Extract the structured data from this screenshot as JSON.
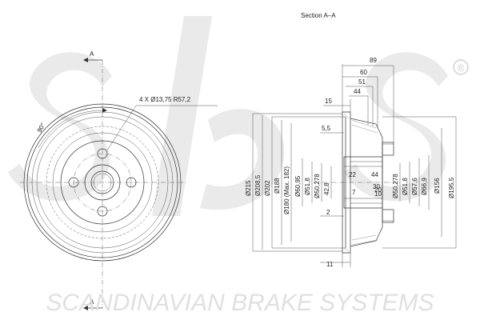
{
  "section_title": "Section A–A",
  "section_marks": {
    "top": "A",
    "bottom": "A"
  },
  "angle_label": "90°",
  "holes_label": "4 X Ø13,75  R57,2",
  "registered_mark": "®",
  "footer_text": "SCANDINAVIAN BRAKE SYSTEMS",
  "dimensions_horizontal": [
    "89",
    "60",
    "51",
    "44",
    "15",
    "5,5",
    "2",
    "11"
  ],
  "dimensions_vertical_left": [
    "Ø215",
    "Ø208,5",
    "Ø202",
    "Ø188",
    "Ø180 (Max. 182)",
    "Ø60,95",
    "Ø51,8",
    "Ø50,278",
    "42,8"
  ],
  "dimensions_vertical_right": [
    "Ø50,278",
    "Ø51,8",
    "Ø57,6",
    "Ø66,9",
    "Ø156",
    "Ø195,5"
  ],
  "inner_small": [
    "22",
    "44",
    "7",
    "30",
    "20",
    "10"
  ],
  "colors": {
    "line": "#333333",
    "watermark": "#d9d9d9",
    "background": "#ffffff"
  }
}
